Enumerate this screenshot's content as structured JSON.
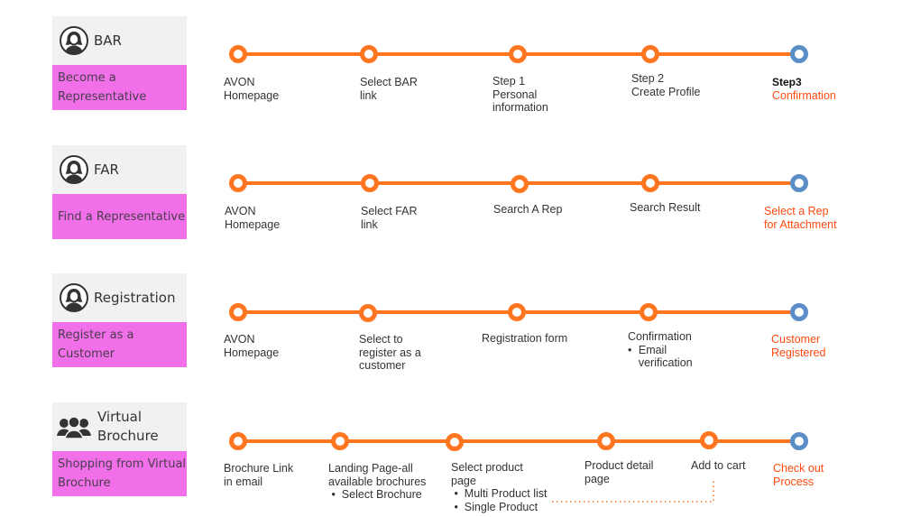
{
  "colors": {
    "line": "#ff7520",
    "node": "#ff7520",
    "final_node": "#5b8ec6",
    "accent_text": "#ff4a10",
    "label_pink": "#f16fe8",
    "label_gray": "#f1f1f1"
  },
  "flows": [
    {
      "name": "BAR",
      "description": "Become a\nRepresentative",
      "icon": "person-icon",
      "steps": [
        {
          "text": "AVON\nHomepage"
        },
        {
          "text": "Select BAR\nlink"
        },
        {
          "text": "Step 1\nPersonal\ninformation"
        },
        {
          "text": "Step 2\nCreate Profile"
        },
        {
          "head": "Step3",
          "text": "Confirmation"
        }
      ]
    },
    {
      "name": "FAR",
      "description": "Find a Representative",
      "icon": "person-icon",
      "steps": [
        {
          "text": "AVON\nHomepage"
        },
        {
          "text": "Select FAR\nlink"
        },
        {
          "text": "Search A Rep"
        },
        {
          "text": "Search Result"
        },
        {
          "text": "Select a Rep\nfor Attachment"
        }
      ]
    },
    {
      "name": "Registration",
      "description": "Register as a\nCustomer",
      "icon": "person-icon",
      "steps": [
        {
          "text": "AVON\nHomepage"
        },
        {
          "text": "Select to\nregister as a\ncustomer"
        },
        {
          "text": "Registration form"
        },
        {
          "text": "Confirmation",
          "bullets": [
            "Email\nverification"
          ]
        },
        {
          "text": "Customer\nRegistered"
        }
      ]
    },
    {
      "name": "Virtual\nBrochure",
      "description": "Shopping from Virtual\nBrochure",
      "icon": "group-icon",
      "steps": [
        {
          "text": "Brochure Link\nin email"
        },
        {
          "text": "Landing Page-all\navailable brochures",
          "bullets": [
            "Select Brochure"
          ]
        },
        {
          "text": "Select product\npage",
          "bullets": [
            "Multi Product list",
            "Single Product"
          ]
        },
        {
          "text": "Product detail\npage"
        },
        {
          "text": "Add to cart"
        },
        {
          "text": "Check out\nProcess"
        }
      ]
    }
  ]
}
